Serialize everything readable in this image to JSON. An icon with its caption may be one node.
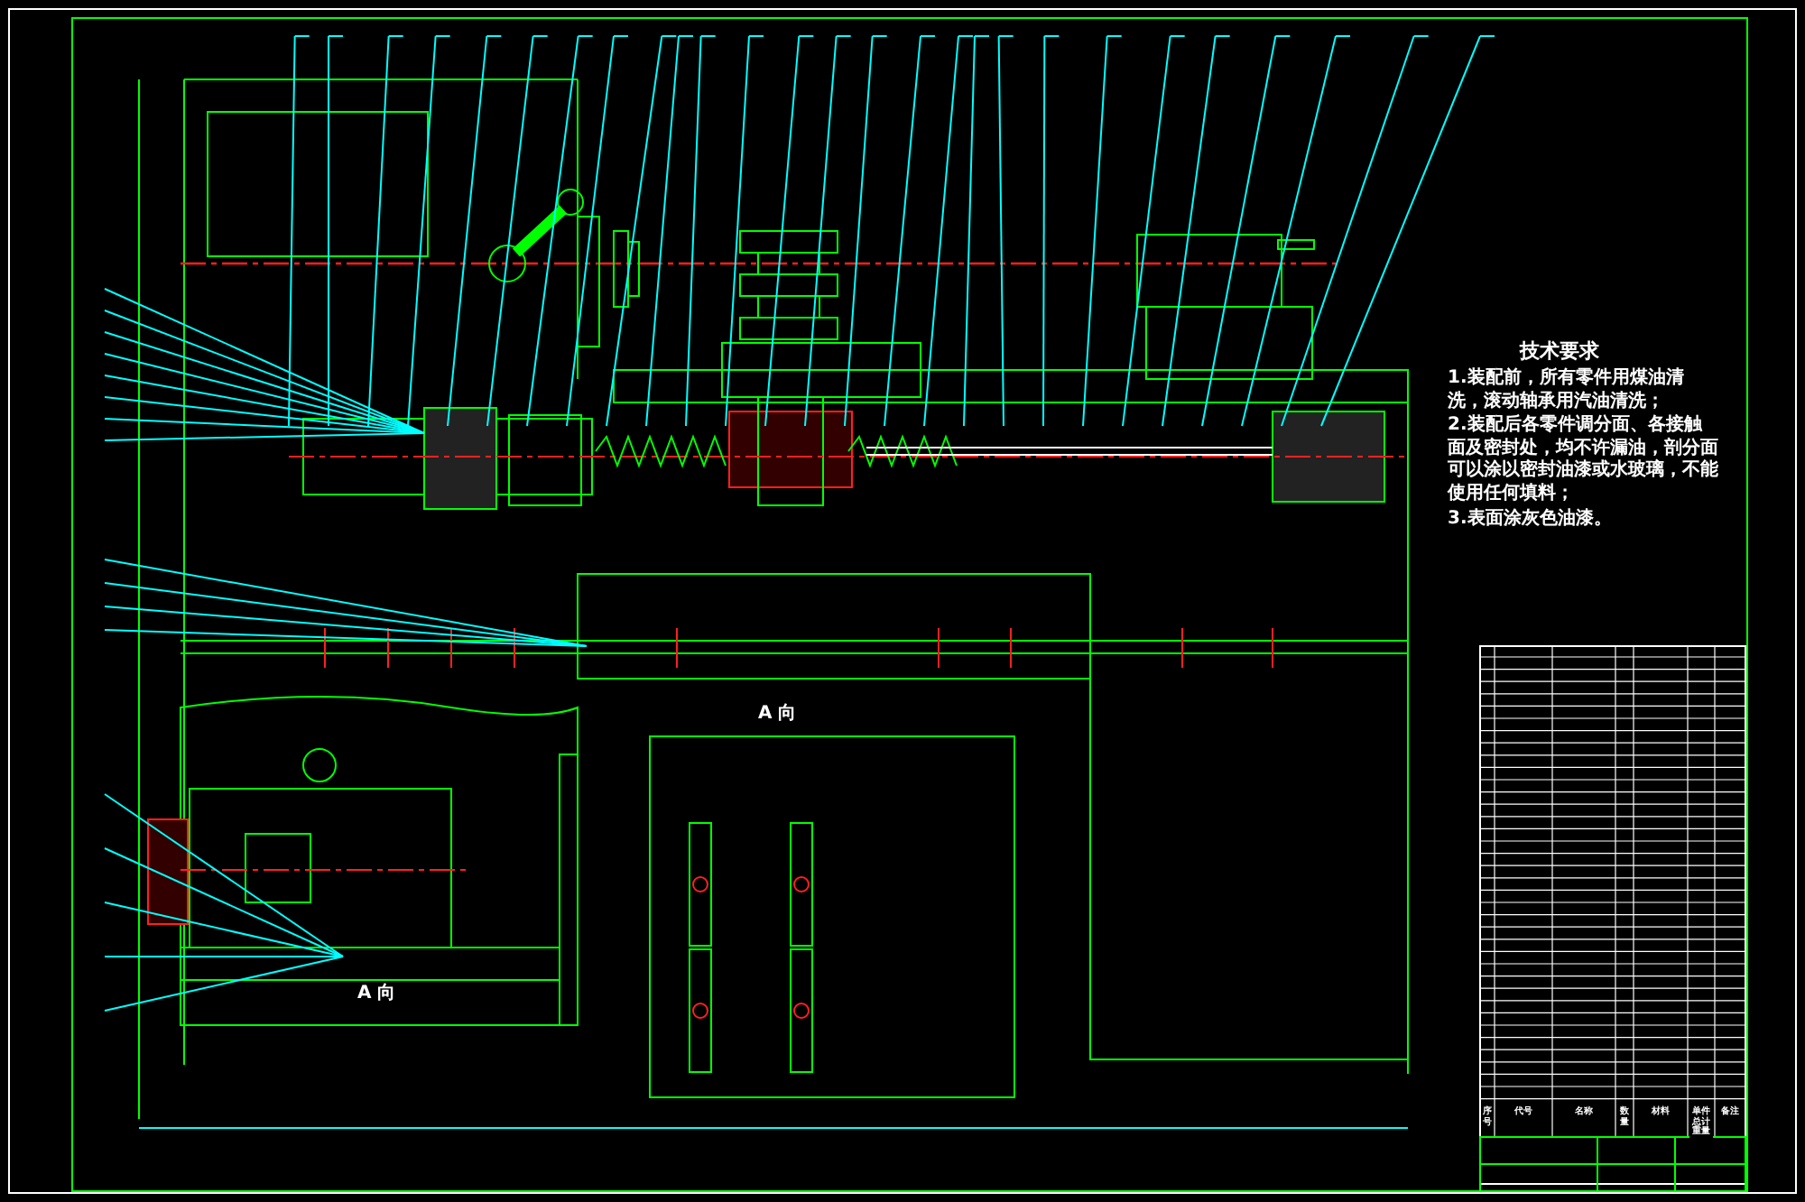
{
  "diagram": {
    "labels": [
      "技术要求",
      "1.装配前，所有零件用煤油清洗，滚动轴承用汽油清洗；",
      "2.装配后各零件调分面、各接触面及密封处，均不许漏油，剖分面可以涂以密封油漆或水玻璃，不能使用任何填料；",
      "3.表面涂灰色油漆。",
      "A 向",
      "A 向",
      "序号",
      "代号",
      "名称",
      "数量",
      "材料",
      "单件总计重量",
      "备注"
    ]
  }
}
